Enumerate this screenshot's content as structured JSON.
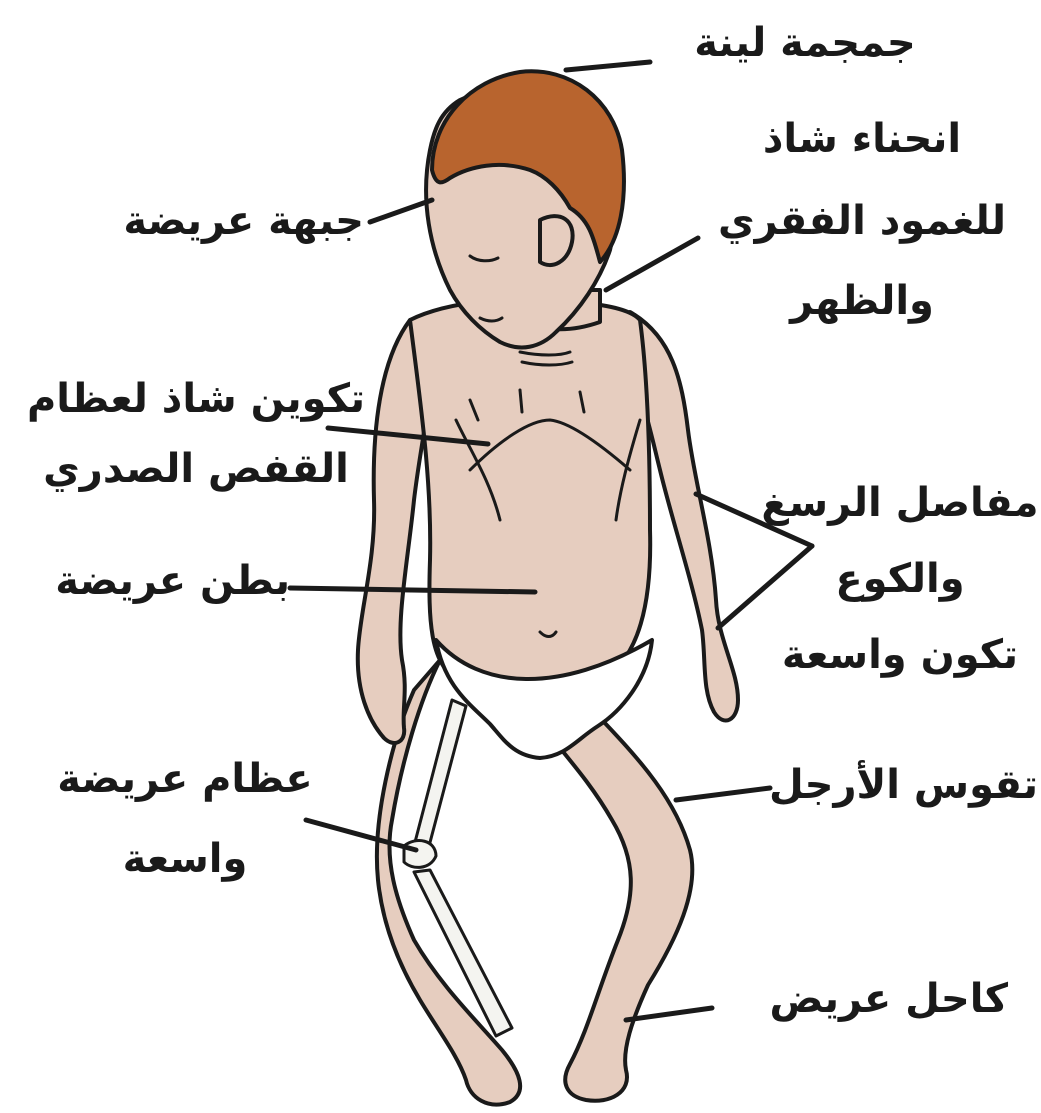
{
  "labels": {
    "soft_skull": "جمجمة لينة",
    "spine_line1": "انحناء شاذ",
    "spine_line2": "للغمود الفقري",
    "spine_line3": "والظهر",
    "wide_forehead": "جبهة عريضة",
    "ribcage_line1": "تكوين شاذ لعظام",
    "ribcage_line2": "القفص الصدري",
    "wide_belly": "بطن عريضة",
    "wrist_line1": "مفاصل الرسغ",
    "wrist_line2": "والكوع",
    "wrist_line3": "تكون واسعة",
    "bowed_legs": "تقوس الأرجل",
    "bones_line1": "عظام عريضة",
    "bones_line2": "واسعة",
    "wide_ankle": "كاحل عريض"
  },
  "colors": {
    "skin": "#e6cdbf",
    "hair": "#b8642e",
    "outline": "#1a1a1a",
    "bone": "#f4f4f0",
    "diaper": "#ffffff"
  }
}
